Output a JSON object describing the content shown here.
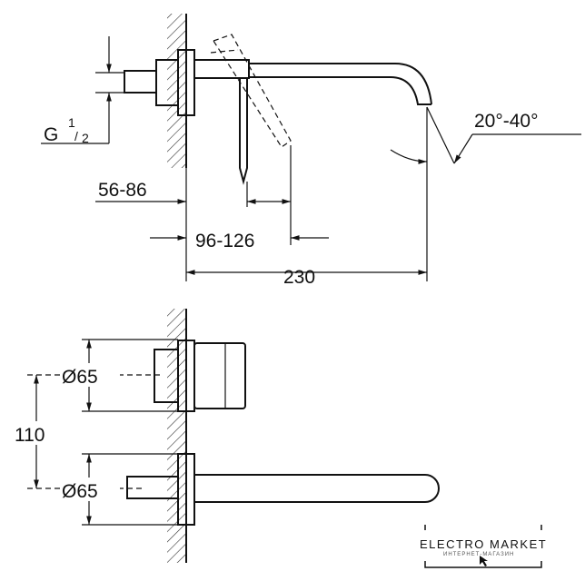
{
  "dimensions": {
    "thread": {
      "main": "G",
      "num": "1",
      "den": "2"
    },
    "wall_depth": "56-86",
    "lever_depth": "96-126",
    "projection": "230",
    "angle": "20°-40°",
    "diameter_top": "Ø65",
    "diameter_bottom": "Ø65",
    "spacing": "110"
  },
  "watermark": {
    "title": "ELECTRO MARKET",
    "subtitle": "ИНТЕРНЕТ-МАГАЗИН"
  }
}
